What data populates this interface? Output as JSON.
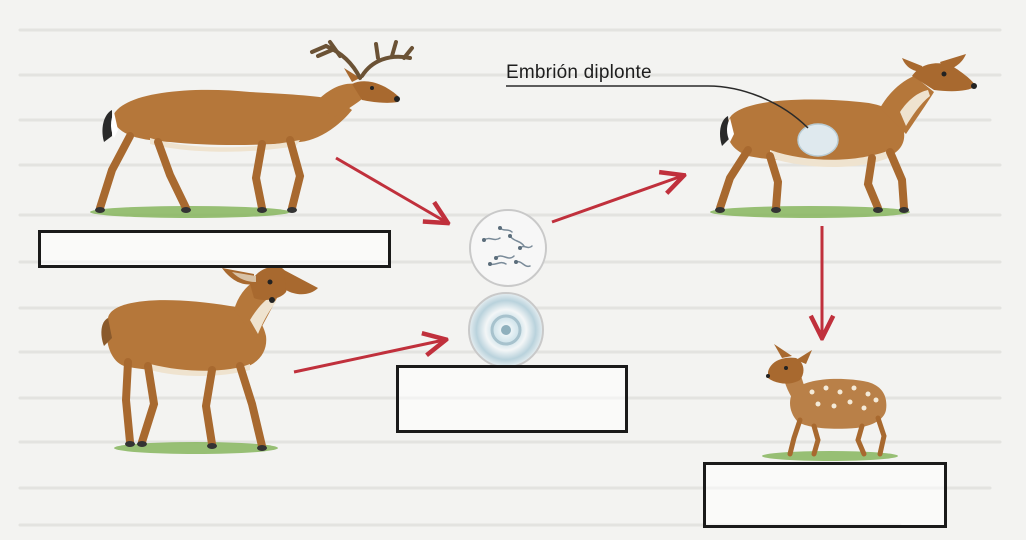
{
  "annotation": {
    "embryo_label": "Embrión diplonte"
  },
  "colors": {
    "arrow": "#c0303c",
    "deer_coat": "#b5773a",
    "deer_belly": "#efe3cf",
    "grass": "#6fa84a",
    "box_border": "#1a1a1a",
    "page_background": "#f3f3f1"
  },
  "figures": {
    "male": "male-deer-with-antlers",
    "female": "female-deer",
    "pregnant_female": "pregnant-doe-with-embryo",
    "fawn": "spotted-fawn",
    "sperm": "sperm-cells-circle",
    "egg": "egg-cell-circle"
  },
  "answer_boxes": {
    "male_box": "",
    "egg_box": "",
    "fawn_box": ""
  }
}
